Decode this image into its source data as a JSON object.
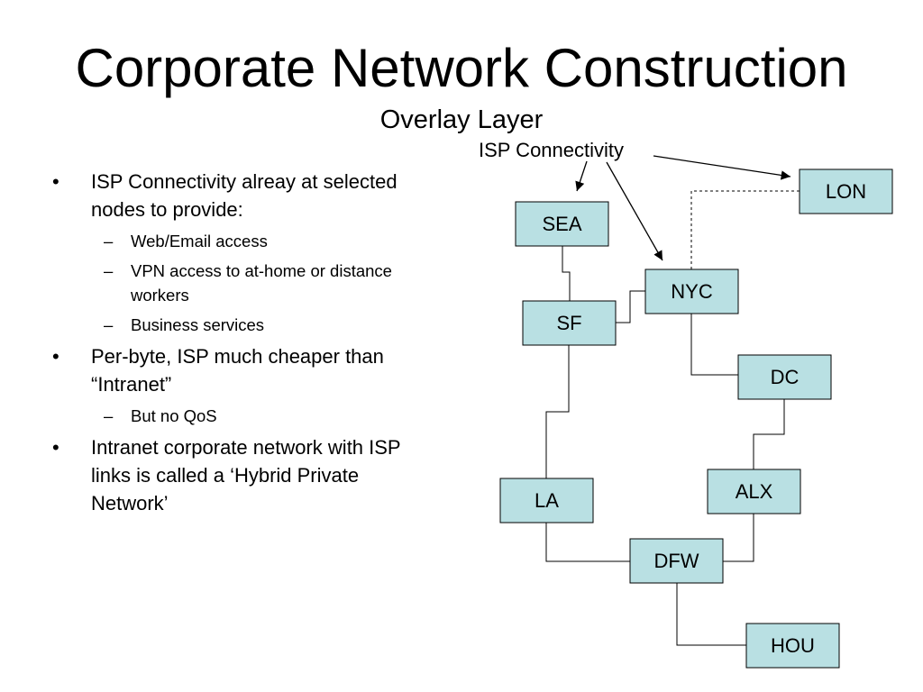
{
  "slide": {
    "title": "Corporate Network Construction",
    "subtitle": "Overlay Layer"
  },
  "bullets": [
    {
      "text": "ISP Connectivity alreay at selected nodes to provide:",
      "sub": [
        "Web/Email access",
        "VPN access to at-home or distance workers",
        "Business services"
      ]
    },
    {
      "text": "Per-byte, ISP much cheaper than “Intranet”",
      "sub": [
        "But no QoS"
      ]
    },
    {
      "text": "Intranet corporate network with ISP links is called a ‘Hybrid Private Network’",
      "sub": []
    }
  ],
  "bullet_marks": {
    "level1": "•",
    "level2": "–"
  },
  "diagram": {
    "isp_label": "ISP Connectivity",
    "node_fill": "#b9e0e3",
    "nodes": [
      "SEA",
      "SF",
      "LA",
      "DFW",
      "HOU",
      "NYC",
      "DC",
      "ALX",
      "LON"
    ],
    "links": [
      [
        "SEA",
        "SF"
      ],
      [
        "SF",
        "NYC"
      ],
      [
        "SF",
        "LA"
      ],
      [
        "LA",
        "DFW"
      ],
      [
        "DFW",
        "HOU"
      ],
      [
        "DFW",
        "ALX"
      ],
      [
        "ALX",
        "DC"
      ],
      [
        "DC",
        "NYC"
      ]
    ],
    "isp_links": [
      [
        "NYC",
        "LON"
      ]
    ],
    "isp_arrows_to": [
      "SEA",
      "NYC",
      "LON"
    ]
  }
}
